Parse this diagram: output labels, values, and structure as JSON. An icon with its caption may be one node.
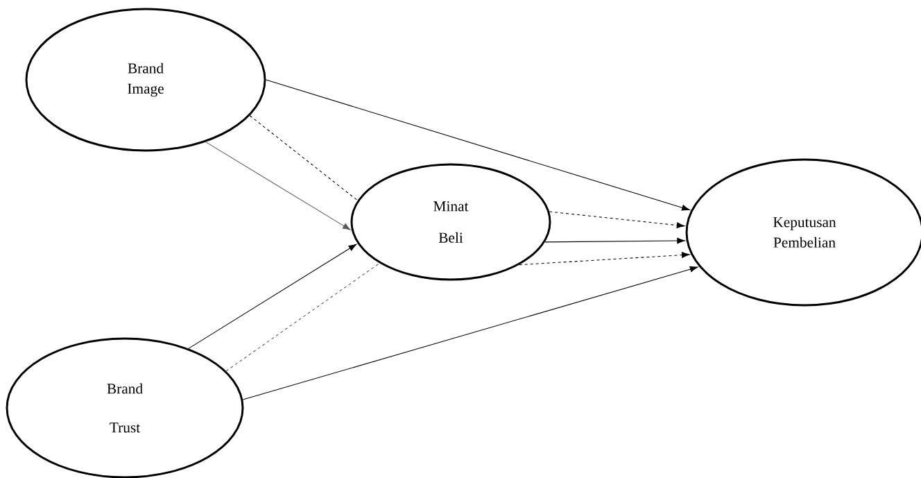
{
  "diagram": {
    "nodes": [
      {
        "text": [
          "Brand Image"
        ]
      },
      {
        "text": [
          "Minat Beli"
        ]
      },
      {
        "text": [
          "Keputusan Pembelian"
        ]
      },
      {
        "text": [
          "Brand Trust"
        ]
      }
    ],
    "edges": [
      {
        "from": 0,
        "to": 2,
        "arrow": "to"
      },
      {
        "from": 0,
        "to": 1,
        "arrow": "none",
        "style": "dashed"
      },
      {
        "from": 0,
        "to": 1,
        "arrow": "to",
        "color": "#595959"
      },
      {
        "from": 3,
        "to": 1,
        "arrow": "to"
      },
      {
        "from": 3,
        "to": 1,
        "arrow": "none",
        "style": "dashed",
        "color": "#595959"
      },
      {
        "from": 1,
        "to": 2,
        "arrow": "to",
        "style": "dashed"
      },
      {
        "from": 1,
        "to": 2,
        "arrow": "to"
      },
      {
        "from": 1,
        "to": 2,
        "arrow": "to",
        "style": "dashed"
      },
      {
        "from": 3,
        "to": 2,
        "arrow": "to"
      }
    ]
  }
}
